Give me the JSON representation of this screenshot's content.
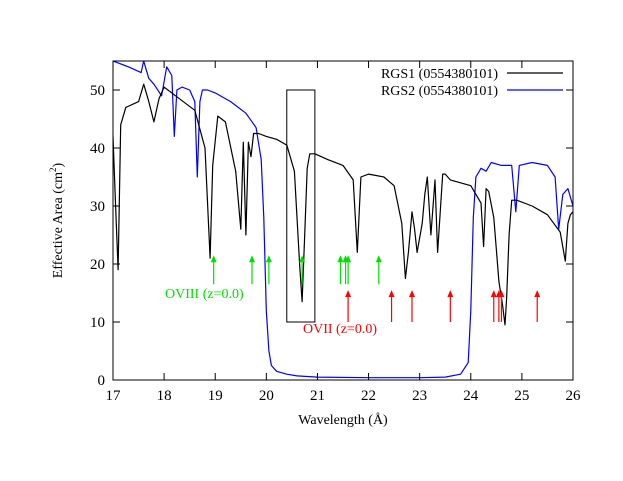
{
  "chart_data": {
    "type": "line",
    "xlabel": "Wavelength (Å)",
    "ylabel": "Effective Area (cm",
    "ylabel_sup": "2",
    "ylabel_close": ")",
    "xlim": [
      17,
      26
    ],
    "ylim": [
      0,
      55
    ],
    "xticks": [
      17,
      18,
      19,
      20,
      21,
      22,
      23,
      24,
      25,
      26
    ],
    "yticks": [
      0,
      10,
      20,
      30,
      40,
      50
    ],
    "legend_position": "top-right",
    "grid": false,
    "series": [
      {
        "name": "RGS1 (0554380101)",
        "color": "#000000",
        "x": [
          17.0,
          17.05,
          17.1,
          17.15,
          17.25,
          17.5,
          17.6,
          17.7,
          17.8,
          17.9,
          18.0,
          18.3,
          18.6,
          18.8,
          18.9,
          18.95,
          19.05,
          19.2,
          19.4,
          19.5,
          19.55,
          19.6,
          19.65,
          19.7,
          19.75,
          19.85,
          20.0,
          20.2,
          20.4,
          20.55,
          20.65,
          20.7,
          20.75,
          20.8,
          20.85,
          20.95,
          21.2,
          21.5,
          21.7,
          21.78,
          21.85,
          22.0,
          22.3,
          22.5,
          22.65,
          22.72,
          22.78,
          22.85,
          22.9,
          22.95,
          23.05,
          23.1,
          23.15,
          23.22,
          23.3,
          23.35,
          23.45,
          23.5,
          23.6,
          24.0,
          24.2,
          24.25,
          24.3,
          24.35,
          24.45,
          24.55,
          24.62,
          24.67,
          24.7,
          24.75,
          24.8,
          24.9,
          25.2,
          25.5,
          25.75,
          25.85,
          25.9,
          25.95,
          26.0
        ],
        "y": [
          42.0,
          30.0,
          19.0,
          44.0,
          47.0,
          48.0,
          51.0,
          48.0,
          44.5,
          48.5,
          50.5,
          48.5,
          46.5,
          40.0,
          21.0,
          37.0,
          45.5,
          44.5,
          36.0,
          26.0,
          41.0,
          25.0,
          41.0,
          38.5,
          42.5,
          42.5,
          42.0,
          41.5,
          40.5,
          36.0,
          20.0,
          13.5,
          25.0,
          36.5,
          39.0,
          39.0,
          38.0,
          37.0,
          34.5,
          22.0,
          35.0,
          35.5,
          35.0,
          33.5,
          27.0,
          17.5,
          22.0,
          29.0,
          26.0,
          22.0,
          27.0,
          32.0,
          35.0,
          25.0,
          34.5,
          22.0,
          35.5,
          35.5,
          34.5,
          33.5,
          30.5,
          23.0,
          33.0,
          32.5,
          28.0,
          17.0,
          13.0,
          9.5,
          14.0,
          25.0,
          31.0,
          31.0,
          30.0,
          28.5,
          25.5,
          20.5,
          27.0,
          28.5,
          29.0
        ]
      },
      {
        "name": "RGS2 (0554380101)",
        "color": "#0000ff",
        "x": [
          17.0,
          17.3,
          17.55,
          17.6,
          17.65,
          17.7,
          17.8,
          17.95,
          18.05,
          18.15,
          18.2,
          18.25,
          18.35,
          18.5,
          18.6,
          18.65,
          18.7,
          18.75,
          18.85,
          19.0,
          19.3,
          19.6,
          19.8,
          19.9,
          19.95,
          20.0,
          20.05,
          20.1,
          20.2,
          20.4,
          20.6,
          21.0,
          22.0,
          23.0,
          23.5,
          23.8,
          23.95,
          24.0,
          24.05,
          24.1,
          24.2,
          24.3,
          24.4,
          24.6,
          24.8,
          24.88,
          24.95,
          25.2,
          25.5,
          25.65,
          25.72,
          25.8,
          25.9,
          26.0
        ],
        "y": [
          55.0,
          54.0,
          53.0,
          55.0,
          53.5,
          52.0,
          51.0,
          49.0,
          54.0,
          52.5,
          42.0,
          50.0,
          50.5,
          50.0,
          48.0,
          35.0,
          48.0,
          50.0,
          50.0,
          49.5,
          48.0,
          46.0,
          43.5,
          38.0,
          28.0,
          12.0,
          5.0,
          2.5,
          1.5,
          1.0,
          0.7,
          0.5,
          0.4,
          0.4,
          0.5,
          1.0,
          3.0,
          12.0,
          28.0,
          35.0,
          36.5,
          36.0,
          37.5,
          37.0,
          37.0,
          29.0,
          37.0,
          37.5,
          37.0,
          35.0,
          26.0,
          32.0,
          33.0,
          30.0
        ]
      }
    ],
    "annotations": [
      {
        "label": "OVIII (z=0.0)",
        "color": "#00e000",
        "arrows": [
          18.97,
          19.72,
          20.05,
          20.7,
          21.45,
          21.55,
          21.6,
          22.2
        ],
        "arrow_from": 16.5,
        "arrow_to": 21.5
      },
      {
        "label": "OVII (z=0.0)",
        "color": "#ff0000",
        "arrows": [
          21.6,
          22.45,
          22.85,
          23.6,
          24.45,
          24.55,
          24.6,
          25.3
        ],
        "arrow_from": 10.0,
        "arrow_to": 15.5
      }
    ],
    "box": {
      "x": [
        20.4,
        20.95
      ],
      "y": [
        10,
        50
      ]
    }
  }
}
